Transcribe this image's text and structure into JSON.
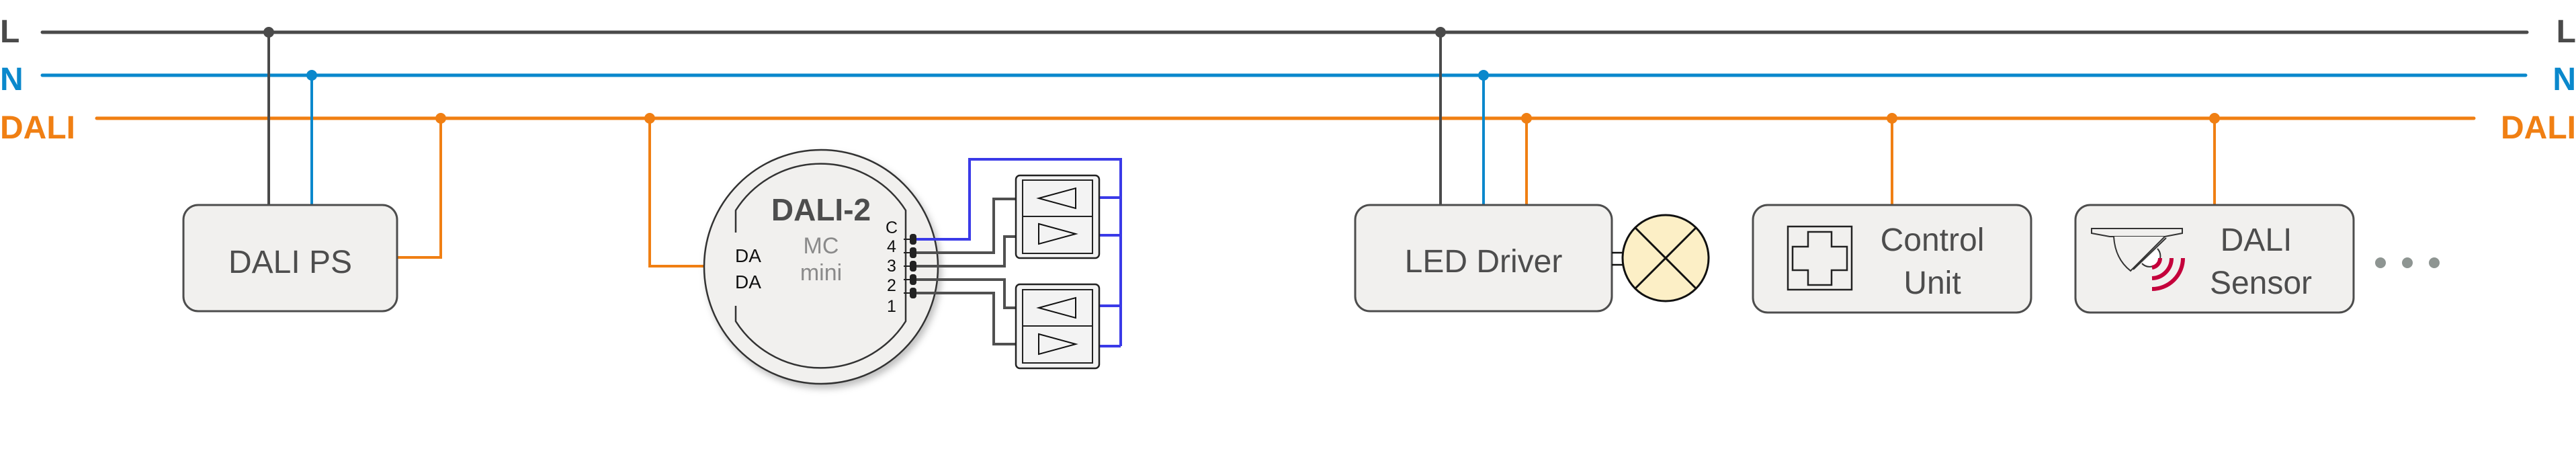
{
  "colors": {
    "line_L": "#4a4a4a",
    "line_N": "#0a88cc",
    "line_DALI": "#f07f13",
    "switch_wire_common": "#3a3ae8",
    "switch_wire_signal": "#505050",
    "lamp_fill": "#fcefc6",
    "sensor_waves": "#c4003b",
    "ellipsis": "#8e9592"
  },
  "bus_labels": {
    "left": {
      "L": "L",
      "N": "N",
      "DALI": "DALI"
    },
    "right": {
      "L": "L",
      "N": "N",
      "DALI": "DALI"
    }
  },
  "devices": {
    "power_supply": {
      "label": "DALI PS"
    },
    "mc_mini": {
      "title": "DALI-2",
      "subtitle_1": "MC",
      "subtitle_2": "mini",
      "da_terminals": [
        "DA",
        "DA"
      ],
      "pins": [
        "C",
        "4",
        "3",
        "2",
        "1"
      ]
    },
    "led_driver": {
      "label": "LED Driver"
    },
    "control_unit": {
      "label_line1": "Control",
      "label_line2": "Unit"
    },
    "sensor": {
      "label_line1": "DALI",
      "label_line2": "Sensor"
    }
  },
  "icons": {
    "lamp": "lamp-icon",
    "control_unit": "cross-icon",
    "sensor": "ceiling-sensor-icon",
    "push_buttons": "push-button-icon",
    "more": "ellipsis-icon"
  },
  "continuation": "…"
}
